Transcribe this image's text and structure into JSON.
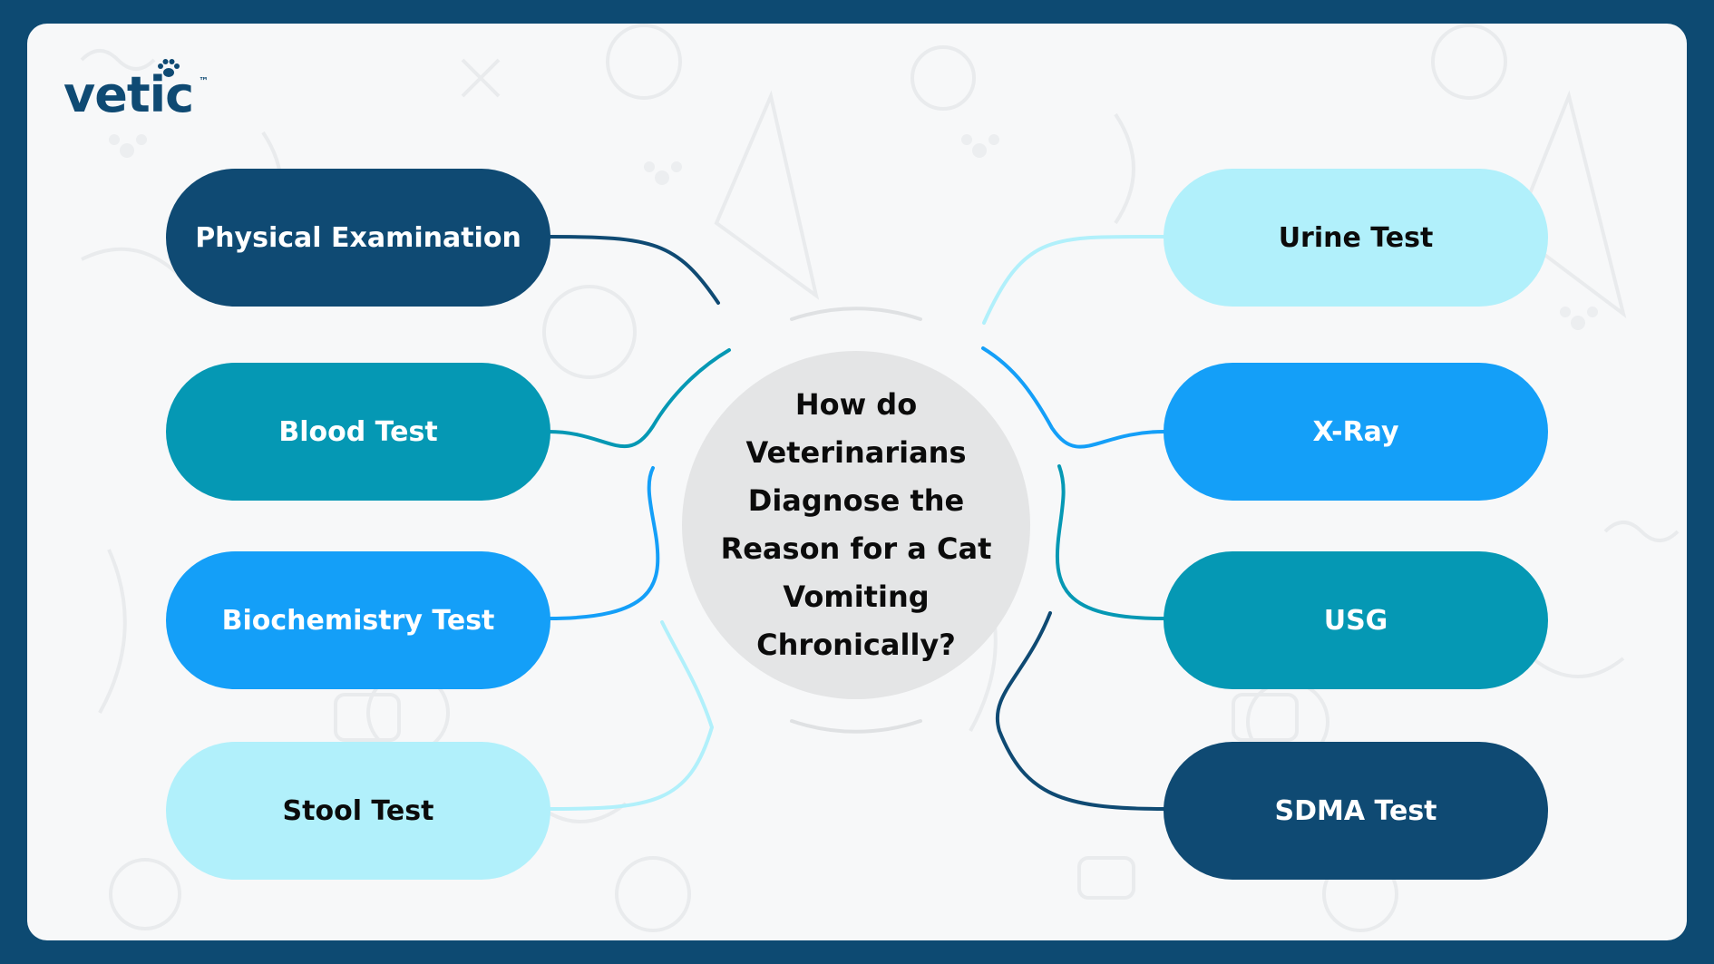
{
  "brand": {
    "name": "vetic",
    "tm": "™"
  },
  "center_question": "How do Veterinarians Diagnose the Reason for a Cat Vomiting Chronically?",
  "left_items": [
    {
      "label": "Physical Examination"
    },
    {
      "label": "Blood Test"
    },
    {
      "label": "Biochemistry Test"
    },
    {
      "label": "Stool Test"
    }
  ],
  "right_items": [
    {
      "label": "Urine Test"
    },
    {
      "label": "X-Ray"
    },
    {
      "label": "USG"
    },
    {
      "label": "SDMA Test"
    }
  ],
  "colors": {
    "frame": "#0d4a72",
    "navy": "#0f4a73",
    "teal": "#0598b4",
    "blue": "#149ff8",
    "light": "#b1f0fb",
    "center": "#e4e5e6"
  }
}
